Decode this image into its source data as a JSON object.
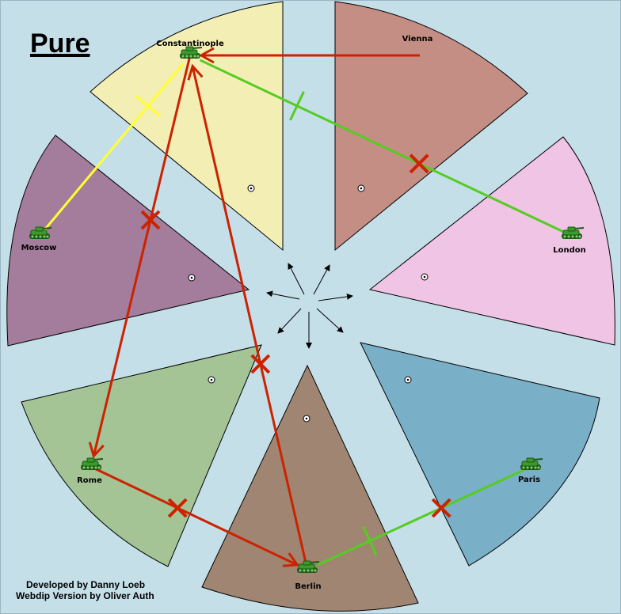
{
  "map": {
    "title": "Pure",
    "credits": [
      "Developed by Danny Loeb",
      "Webdip Version by Oliver Auth"
    ],
    "background_color": "#c5dfe9"
  },
  "territories": [
    {
      "name": "Constantinople",
      "color": "#f2eeb4",
      "unit": "army"
    },
    {
      "name": "Vienna",
      "color": "#c48e84",
      "unit": "none"
    },
    {
      "name": "London",
      "color": "#f0c4e4",
      "unit": "army"
    },
    {
      "name": "Paris",
      "color": "#7aafc8",
      "unit": "army"
    },
    {
      "name": "Berlin",
      "color": "#a08672",
      "unit": "army"
    },
    {
      "name": "Rome",
      "color": "#a4c496",
      "unit": "army"
    },
    {
      "name": "Moscow",
      "color": "#a47c9c",
      "unit": "army"
    }
  ],
  "orders": [
    {
      "from": "Vienna",
      "to": "Constantinople",
      "color": "#cc2200",
      "kind": "move",
      "status": "success"
    },
    {
      "from": "Moscow",
      "to": "Constantinople",
      "color": "#ffff33",
      "kind": "support",
      "status": "ok"
    },
    {
      "from": "London",
      "to": "Constantinople",
      "color": "#55cc22",
      "kind": "support",
      "status": "failed"
    },
    {
      "from": "Constantinople",
      "to": "Rome",
      "color": "#cc2200",
      "kind": "move",
      "status": "failed"
    },
    {
      "from": "Berlin",
      "to": "Constantinople",
      "color": "#cc2200",
      "kind": "move",
      "status": "failed"
    },
    {
      "from": "Rome",
      "to": "Berlin",
      "color": "#cc2200",
      "kind": "move",
      "status": "failed"
    },
    {
      "from": "Paris",
      "to": "Berlin",
      "color": "#55cc22",
      "kind": "support",
      "status": "failed"
    }
  ],
  "colors": {
    "unit_body": "#3a9a2a",
    "unit_dark": "#1c5a14",
    "failed_mark": "#cc2200",
    "arrow_black": "#000000",
    "outline": "#000000"
  }
}
